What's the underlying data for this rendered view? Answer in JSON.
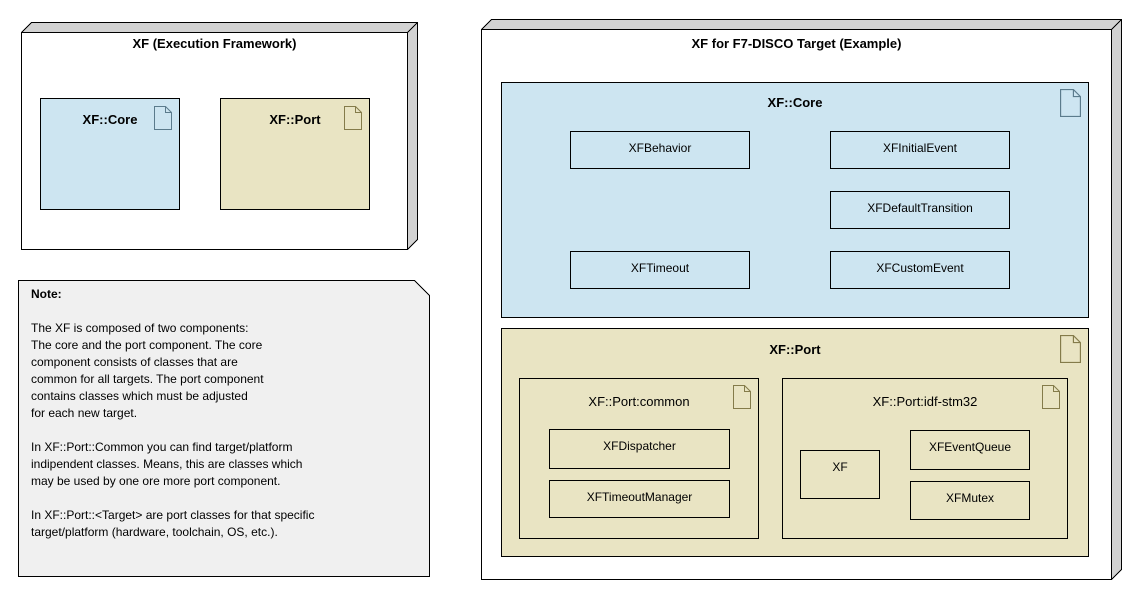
{
  "colors": {
    "core_fill": "#cde5f1",
    "port_fill": "#e9e4c3",
    "note_fill": "#f0f0f0",
    "node_front_fill": "#ffffff",
    "node_side_fill": "#d2d2d2",
    "border": "#000000",
    "icon_blue_stroke": "#5b7b8c",
    "icon_tan_stroke": "#847b4a"
  },
  "icons": {
    "document_icon": "page-with-folded-corner",
    "note_shape": "rectangle-with-folded-corner"
  },
  "left_node": {
    "title": "XF (Execution Framework)",
    "artifacts": [
      {
        "label": "XF::Core"
      },
      {
        "label": "XF::Port"
      }
    ]
  },
  "note": {
    "title": "Note:",
    "body": "The XF is composed of two components:\nThe core and the port component. The core\ncomponent consists of classes that are\ncommon for all targets. The port component\ncontains classes which must be adjusted\nfor each new target.\n\nIn XF::Port::Common you can find target/platform\nindipendent classes. Means, this are classes which\nmay be used by one ore more port component.\n\nIn XF::Port::<Target> are port classes for that specific\ntarget/platform (hardware, toolchain, OS, etc.)."
  },
  "right_node": {
    "title": "XF for F7-DISCO Target (Example)",
    "core_package": {
      "title": "XF::Core",
      "classes": [
        "XFBehavior",
        "XFInitialEvent",
        "XFDefaultTransition",
        "XFTimeout",
        "XFCustomEvent"
      ]
    },
    "port_package": {
      "title": "XF::Port",
      "subpackages": [
        {
          "title": "XF::Port:common",
          "classes": [
            "XFDispatcher",
            "XFTimeoutManager"
          ]
        },
        {
          "title": "XF::Port:idf-stm32",
          "classes": [
            "XF",
            "XFEventQueue",
            "XFMutex"
          ]
        }
      ]
    }
  }
}
